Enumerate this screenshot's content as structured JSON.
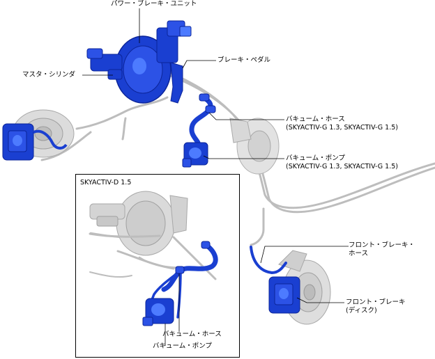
{
  "labels": {
    "power_brake_unit": "パワー・ブレーキ・ユニット",
    "brake_pedal": "ブレーキ・ペダル",
    "master_cylinder": "マスタ・シリンダ",
    "vacuum_hose": "バキューム・ホース",
    "vacuum_hose_note": "(SKYACTIV-G 1.3, SKYACTIV-G 1.5)",
    "vacuum_pump": "バキューム・ポンプ",
    "vacuum_pump_note": "(SKYACTIV-G 1.3, SKYACTIV-G 1.5)",
    "front_brake_hose_1": "フロント・ブレーキ・",
    "front_brake_hose_2": "ホース",
    "front_brake_disc_1": "フロント・ブレーキ",
    "front_brake_disc_2": "(ディスク)"
  },
  "inset": {
    "title": "SKYACTIV-D 1.5",
    "vacuum_hose": "バキューム・ホース",
    "vacuum_pump": "バキューム・ポンプ"
  },
  "colors": {
    "part_blue": "#1a3fd1",
    "part_blue_dark": "#0b2499",
    "part_blue_light": "#4d7bff",
    "gray_part": "#c8c8c8",
    "gray_dark": "#9a9a9a",
    "leader": "#000000"
  }
}
